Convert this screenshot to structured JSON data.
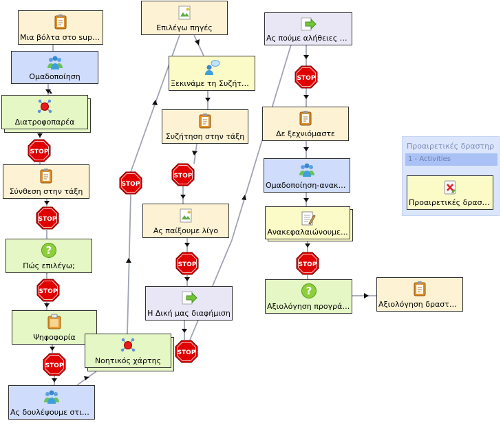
{
  "nodes": {
    "supermarket": {
      "label": "Μια βόλτα στο superm",
      "icon": "notepad-icon"
    },
    "grouping": {
      "label": "Ομαδοποίηση",
      "icon": "group-icon"
    },
    "diatrofoparea": {
      "label": "Διατροφοπαρέα",
      "icon": "molecule-icon"
    },
    "synthesis": {
      "label": "Σύνθεση στην τάξη",
      "icon": "notepad-icon"
    },
    "how_choose": {
      "label": "Πώς επιλέγω;",
      "icon": "question-icon"
    },
    "voting": {
      "label": "Ψηφοφορία",
      "icon": "clipboard-icon"
    },
    "work": {
      "label": "Ας δουλέψουμε στις ο",
      "icon": "group-icon"
    },
    "mindmap": {
      "label": "Νοητικός χάρτης",
      "icon": "molecule-icon"
    },
    "sources": {
      "label": "Επιλέγω πηγές",
      "icon": "resource-icon"
    },
    "start_discussion": {
      "label": "Ξεκινάμε τη Συζήτηση",
      "icon": "chat-icon"
    },
    "class_discussion": {
      "label": "Συζήτηση στην τάξη",
      "icon": "notepad-icon"
    },
    "play": {
      "label": "Ας παίξουμε λίγο",
      "icon": "resource-icon"
    },
    "advert": {
      "label": "Η Δική μας διαφήμιση",
      "icon": "share-arrow-icon"
    },
    "truths": {
      "label": "Ας πούμε αλήθειες τώ",
      "icon": "share-arrow-icon"
    },
    "dont_forget": {
      "label": "Δε ξεχνιόμαστε",
      "icon": "notepad-icon"
    },
    "group_recap": {
      "label": "Ομαδοποίηση-ανακεφαλ",
      "icon": "group-icon"
    },
    "recap": {
      "label": "Ανακεφαλαιώνουμε...",
      "icon": "document-icon"
    },
    "eval_program": {
      "label": "Αξιολόγηση προγράμμα",
      "icon": "question-icon"
    },
    "eval_activity": {
      "label": "Αξιολόγηση δραστηριο",
      "icon": "notepad-icon"
    }
  },
  "stop_label": "STOP",
  "optional_panel": {
    "title": "Προαιρετικές δραστηρ",
    "subtitle": "1 - Activities",
    "item": {
      "label": "Προαιρετικές δραστηρ",
      "icon": "cross-notepad-icon"
    }
  },
  "colors": {
    "yellow": "#fdf3d4",
    "blue": "#cfdcfb",
    "green": "#e5f7c5",
    "light_yellow": "#fbfbc8",
    "lavender": "#e9e7f6",
    "stop": "#e00000",
    "connector": "#a0a4b4"
  }
}
